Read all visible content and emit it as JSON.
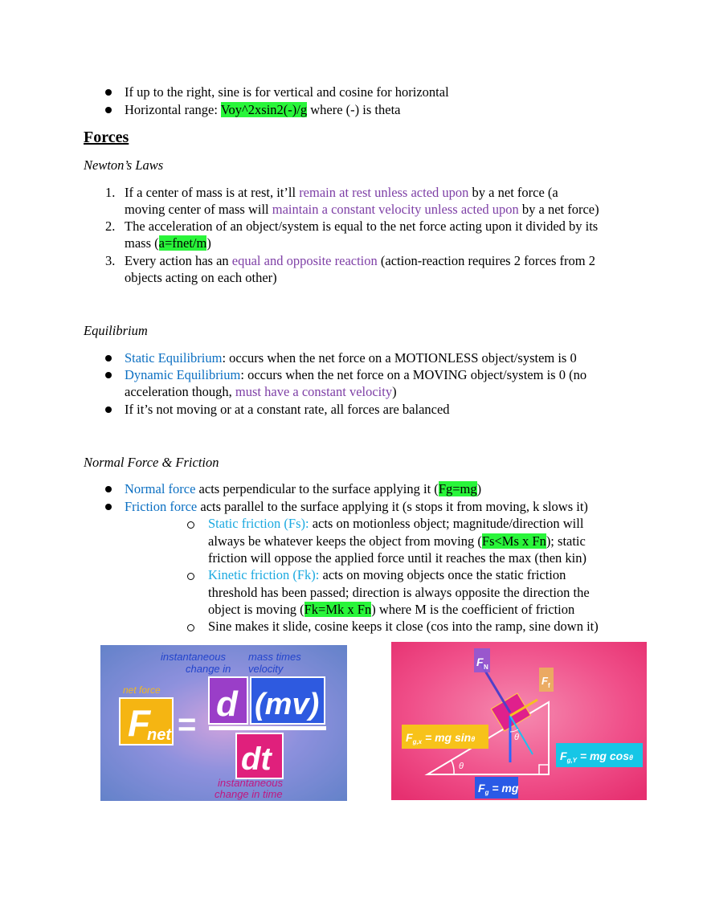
{
  "top_bullets": {
    "b1": "If up to the right, sine is for vertical and cosine for horizontal",
    "b2_pre": "Horizontal range: ",
    "b2_formula": "Voy^2xsin2(-)/g",
    "b2_post": " where (-) is theta"
  },
  "forces_heading": "Forces",
  "newtons_laws": {
    "title": "Newton’s Laws",
    "items": [
      {
        "num": "1.",
        "l1_a": "If a center of mass is at rest, it’ll ",
        "l1_b": "remain at rest unless acted upon",
        "l1_c": " by a net force (a",
        "l2_a": "moving center of mass will ",
        "l2_b": "maintain a constant velocity unless acted upon",
        "l2_c": " by a net force)"
      },
      {
        "num": "2.",
        "l1": "The acceleration of an object/system is equal to the net force acting upon it divided by its",
        "l2_a": "mass (",
        "l2_b": "a=fnet/m",
        "l2_c": ")"
      },
      {
        "num": "3.",
        "l1_a": "Every action has an ",
        "l1_b": "equal and opposite reaction",
        "l1_c": " (action-reaction requires 2 forces from 2",
        "l2": "objects acting on each other)"
      }
    ]
  },
  "equilibrium": {
    "title": "Equilibrium",
    "b1_a": "Static Equilibrium",
    "b1_b": ": occurs when the net force on a MOTIONLESS object/system is 0",
    "b2_a": "Dynamic Equilibrium",
    "b2_b": ": occurs when the net force on a MOVING object/system is 0 (no",
    "b2_l2_a": "acceleration though, ",
    "b2_l2_b": "must have a constant velocity",
    "b2_l2_c": ")",
    "b3": "If it’s not moving or at a constant rate, all forces are balanced"
  },
  "normal_friction": {
    "title": "Normal Force & Friction",
    "b1_a": "Normal force",
    "b1_b": " acts perpendicular to the surface applying it (",
    "b1_c": "Fg=mg",
    "b1_d": ")",
    "b2_a": "Friction force",
    "b2_b": " acts parallel to the surface applying it (s stops it from moving, k slows it)",
    "s1_a": "Static friction (Fs):",
    "s1_b": " acts on motionless object; magnitude/direction will",
    "s1_l2_a": "always be whatever keeps the object from moving (",
    "s1_l2_b": "Fs<Ms x Fn",
    "s1_l2_c": "); static",
    "s1_l3": "friction will oppose the applied force until it reaches the max (then kin)",
    "s2_a": "Kinetic friction (Fk):",
    "s2_b": " acts on moving objects once the static friction",
    "s2_l2": "threshold has been passed; direction is always opposite the direction the",
    "s2_l3_a": "object is moving (",
    "s2_l3_b": "Fk=Mk x Fn",
    "s2_l3_c": ") where M is the coefficient of friction",
    "s3": "Sine makes it slide, cosine keeps it close (cos into the ramp, sine down it)"
  },
  "image_left": {
    "ann_top1": "instantaneous",
    "ann_top2": "change in",
    "ann_mass1": "mass times",
    "ann_mass2": "velocity",
    "ann_net": "net force",
    "f_main": "F",
    "f_sub": "net",
    "equals": "=",
    "d": "d",
    "mv": "(mv)",
    "dt": "dt",
    "ann_bottom1": "instantaneous",
    "ann_bottom2": "change in time"
  },
  "image_right": {
    "fn": "F",
    "fn_sub": "N",
    "ff": "F",
    "ff_sub": "f",
    "fgx": "F",
    "fgx_sub": "g,x",
    "fgx_rest": " = mg sin",
    "fgy": "F",
    "fgy_sub": "g,Y",
    "fgy_rest": " = mg cos",
    "fg": "F",
    "fg_sub": "g",
    "fg_rest": " = mg",
    "theta": "θ"
  }
}
